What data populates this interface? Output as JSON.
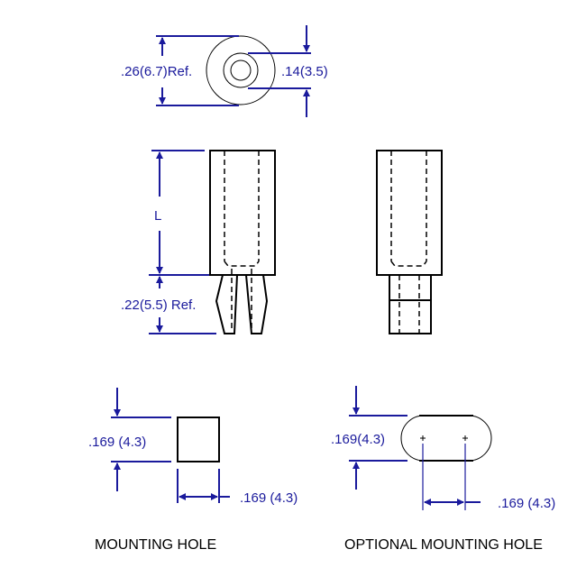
{
  "top_view": {
    "diameter_label": ".26(6.7)Ref.",
    "hole_label": ".14(3.5)"
  },
  "side_view": {
    "length_label": "L",
    "leg_label": ".22(5.5) Ref."
  },
  "mounting_hole": {
    "height_label": ".169 (4.3)",
    "width_label": ".169 (4.3)",
    "caption": "MOUNTING HOLE"
  },
  "optional_mounting_hole": {
    "height_label": ".169(4.3)",
    "pitch_label": ".169 (4.3)",
    "caption": "OPTIONAL MOUNTING HOLE"
  },
  "colors": {
    "dimension": "#1a1a9c",
    "outline": "#000000"
  }
}
